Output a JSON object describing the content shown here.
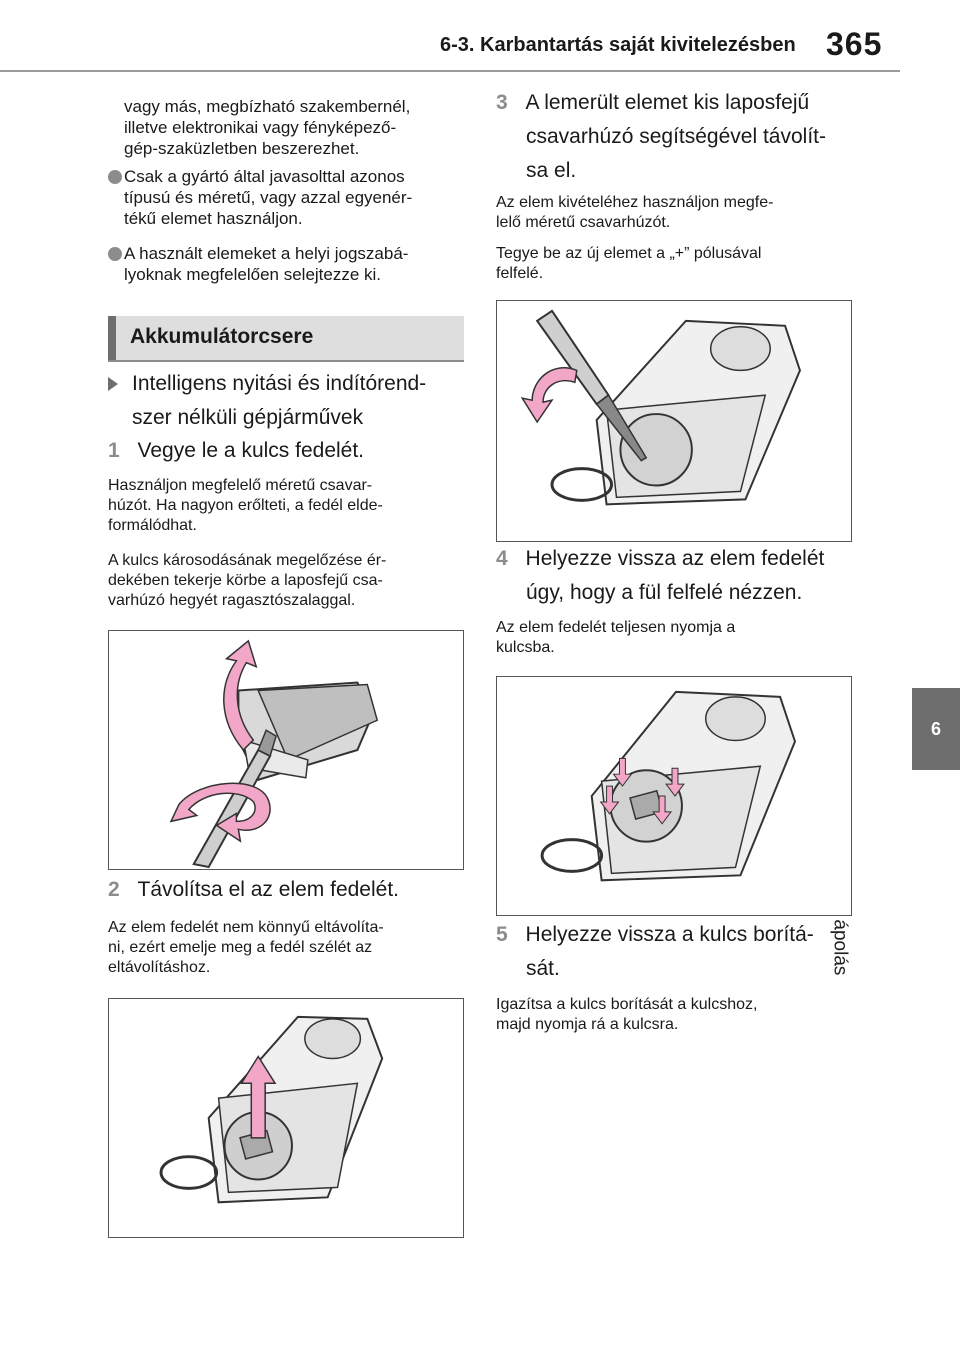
{
  "header": {
    "section_title": "6-3. Karbantartás saját kivitelezésben",
    "page_number": "365"
  },
  "side_tab": {
    "chapter_number": "6",
    "chapter_title": "Karbantartás és ápolás"
  },
  "left": {
    "intro_lines": [
      "vagy más, megbízható szakembernél,",
      "illetve elektronikai vagy fényképező-",
      "gép-szaküzletben beszerezhet."
    ],
    "bullet1_lines": [
      "Csak a gyártó által javasolttal azonos",
      "típusú és méretű, vagy azzal egyenér-",
      "tékű elemet használjon."
    ],
    "bullet2_lines": [
      "A használt elemeket a helyi jogszabá-",
      "lyoknak megfelelően selejtezze ki."
    ],
    "section_heading": "Akkumulátorcsere",
    "subheading_lines": [
      "Intelligens nyitási és indítórend-",
      "szer nélküli gépjárművek"
    ],
    "step1": {
      "num": "1",
      "text": "Vegye le a kulcs fedelét."
    },
    "step1_note1_lines": [
      "Használjon megfelelő méretű csavar-",
      "húzót. Ha nagyon erőlteti, a fedél elde-",
      "formálódhat."
    ],
    "step1_note2_lines": [
      "A kulcs károsodásának megelőzése ér-",
      "dekében tekerje körbe a laposfejű csa-",
      "varhúzó hegyét ragasztószalaggal."
    ],
    "step2": {
      "num": "2",
      "text": "Távolítsa el az elem fedelét."
    },
    "step2_note_lines": [
      "Az elem fedelét nem könnyű eltávolíta-",
      "ni, ezért emelje meg a fedél szélét az",
      "eltávolításhoz."
    ]
  },
  "right": {
    "step3": {
      "num": "3",
      "lines": [
        "A lemerült elemet kis laposfejű",
        "csavarhúzó segítségével távolít-",
        "sa el."
      ]
    },
    "step3_note1_lines": [
      "Az elem kivételéhez használjon megfe-",
      "lelő méretű csavarhúzót."
    ],
    "step3_note2_lines": [
      "Tegye be az új elemet a „+” pólusával",
      "felfelé."
    ],
    "step4": {
      "num": "4",
      "lines": [
        "Helyezze vissza az elem fedelét",
        "úgy, hogy a fül felfelé nézzen."
      ]
    },
    "step4_note_lines": [
      "Az elem fedelét teljesen nyomja a",
      "kulcsba."
    ],
    "step5": {
      "num": "5",
      "lines": [
        "Helyezze vissza a kulcs borítá-",
        "sát."
      ]
    },
    "step5_note_lines": [
      "Igazítsa a kulcs borítását a kulcshoz,",
      "majd nyomja rá a kulcsra."
    ]
  },
  "colors": {
    "accent_gray": "#8c8c8c",
    "tab_gray": "#6e6e6e",
    "heading_bg": "#dedede",
    "arrow_pink": "#f2a6c8"
  }
}
